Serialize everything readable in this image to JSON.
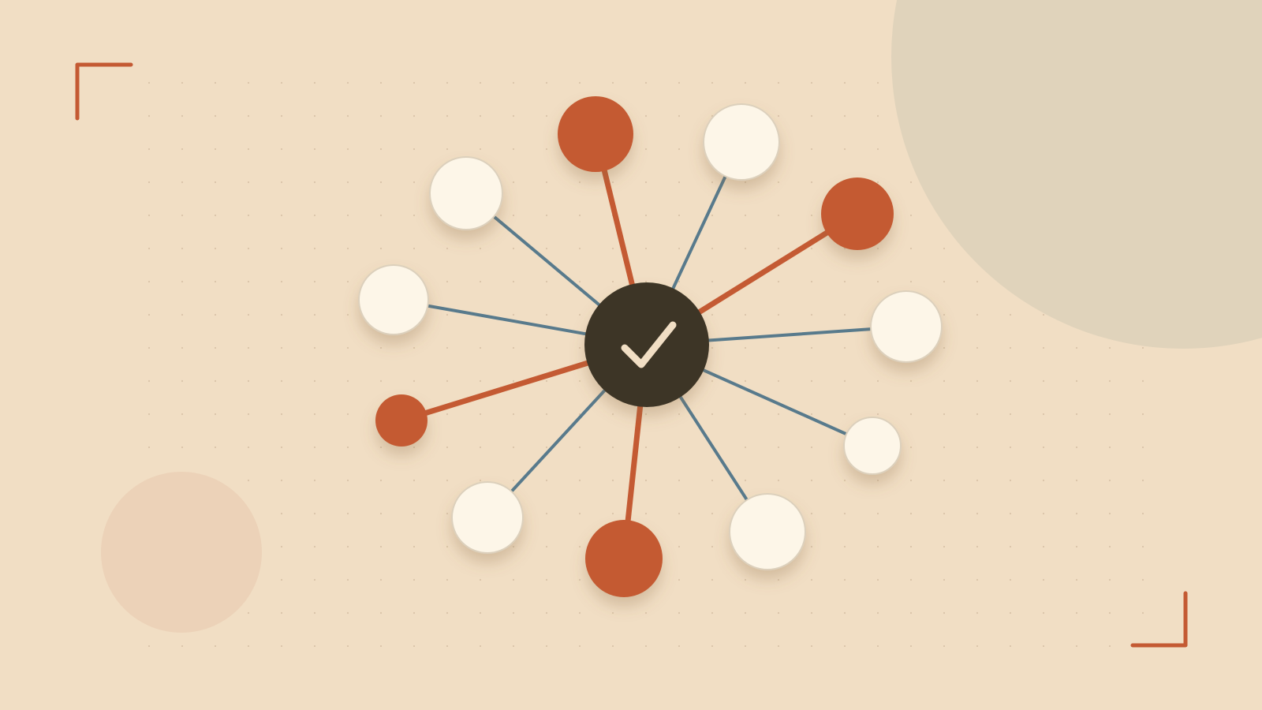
{
  "colors": {
    "background": "#f1dec4",
    "dot_grid": "#d9c4a8",
    "large_blob": "#e0d3bb",
    "small_blob": "#ecd2b8",
    "accent": "#c45a33",
    "connector_blue": "#587a8c",
    "hub": "#3d3628",
    "check": "#f1dec4",
    "node_white": "#fdf6e8",
    "node_white_stroke": "#dcd0bc"
  },
  "icons": {
    "hub": "check-icon",
    "corners": [
      "corner-bracket-top-left",
      "corner-bracket-bottom-right"
    ]
  },
  "diagram": {
    "hub": {
      "icon": "check-icon"
    },
    "nodes": [
      {
        "id": "node-1",
        "style": "white",
        "connector": "blue"
      },
      {
        "id": "node-2",
        "style": "accent",
        "connector": "accent"
      },
      {
        "id": "node-3",
        "style": "white",
        "connector": "blue"
      },
      {
        "id": "node-4",
        "style": "accent",
        "connector": "accent"
      },
      {
        "id": "node-5",
        "style": "white",
        "connector": "blue"
      },
      {
        "id": "node-6",
        "style": "white",
        "connector": "blue"
      },
      {
        "id": "node-7",
        "style": "accent",
        "connector": "accent"
      },
      {
        "id": "node-8",
        "style": "white",
        "connector": "blue"
      },
      {
        "id": "node-9",
        "style": "white",
        "connector": "blue"
      },
      {
        "id": "node-10",
        "style": "accent",
        "connector": "accent"
      },
      {
        "id": "node-11",
        "style": "white",
        "connector": "blue"
      }
    ]
  }
}
